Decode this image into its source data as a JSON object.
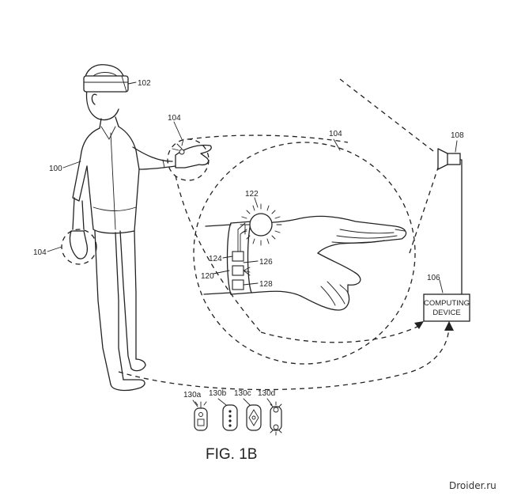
{
  "figure": {
    "caption": "FIG. 1B",
    "watermark": "Droider.ru",
    "labels": {
      "user": "100",
      "headset": "102",
      "hand_circle_top": "104",
      "hand_circle_right": "104",
      "hand_circle_left": "104",
      "computing_device": "106",
      "camera": "108",
      "wristband": "120",
      "light": "122",
      "module_a": "124",
      "module_b": "126",
      "module_c": "128",
      "variant_a": "130a",
      "variant_b": "130b",
      "variant_c": "130c",
      "variant_d": "130d"
    },
    "computing_device_text": {
      "line1": "COMPUTING",
      "line2": "DEVICE"
    }
  }
}
